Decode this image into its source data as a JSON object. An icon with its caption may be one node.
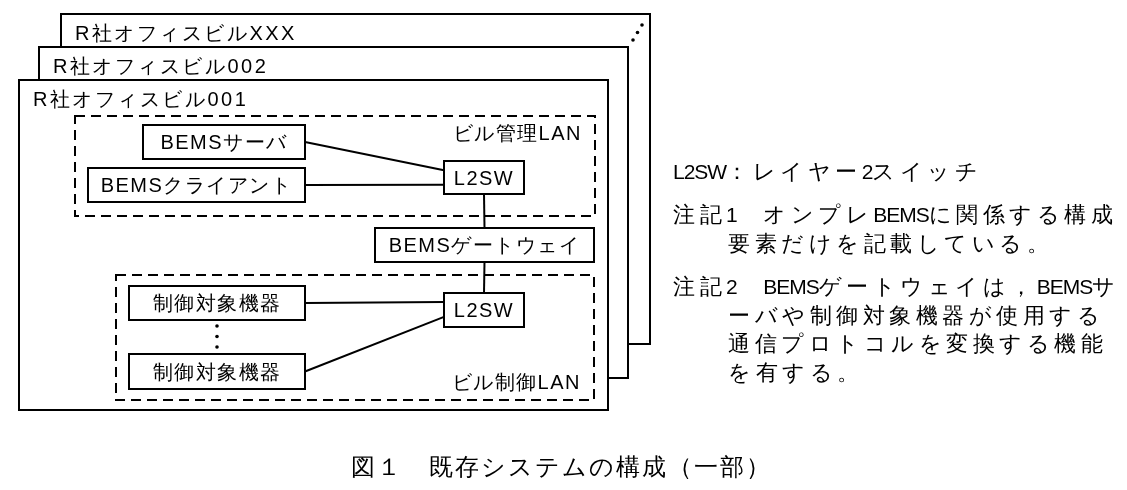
{
  "diagram": {
    "caption": "図１　既存システムの構成（一部）",
    "nodes": [
      {
        "text": [
          "R社オフィスビルXXX"
        ]
      },
      {
        "text": [
          "R社オフィスビル002"
        ]
      },
      {
        "text": [
          "R社オフィスビル001"
        ]
      },
      {
        "text": [
          "ビル管理LAN"
        ],
        "in": 2
      },
      {
        "text": [
          "BEMSサーバ"
        ],
        "in": 3
      },
      {
        "text": [
          "BEMSクライアント"
        ],
        "in": 3
      },
      {
        "text": [
          "L2SW"
        ],
        "in": 3
      },
      {
        "text": [
          "BEMSゲートウェイ"
        ],
        "in": 2
      },
      {
        "text": [
          "ビル制御LAN"
        ],
        "in": 2
      },
      {
        "text": [
          "制御対象機器"
        ],
        "in": 8
      },
      {
        "text": [
          "L2SW"
        ],
        "in": 8
      },
      {
        "text": [
          "制御対象機器"
        ],
        "in": 8
      }
    ],
    "edges": [
      {
        "from": 4,
        "to": 6,
        "arrow": "none"
      },
      {
        "from": 5,
        "to": 6,
        "arrow": "none"
      },
      {
        "from": 6,
        "to": 7,
        "arrow": "none"
      },
      {
        "from": 7,
        "to": 10,
        "arrow": "none"
      },
      {
        "from": 9,
        "to": 10,
        "arrow": "none"
      },
      {
        "from": 11,
        "to": 10,
        "arrow": "none"
      }
    ],
    "labels": [
      "L2SW：レイヤー2スイッチ",
      "注記1　オンプレBEMSに関係する構成要素だけを記載している。",
      "注記2　BEMSゲートウェイは，BEMSサーバや制御対象機器が使用する通信プロトコルを変換する機能を有する。"
    ]
  }
}
